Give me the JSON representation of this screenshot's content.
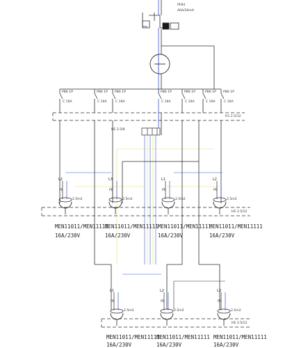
{
  "colors": {
    "line": "#2b2b2b",
    "blue": "#3a55c8",
    "yellow": "#e3d97a",
    "grey": "#9a9a9a"
  },
  "main_device": {
    "ref": "PF84",
    "rating": "40A/30mA"
  },
  "breakers": [
    {
      "id": "b1",
      "ref": "PB6",
      "pole": "1P",
      "rating": "C 16A"
    },
    {
      "id": "b2",
      "ref": "PB6",
      "pole": "1P",
      "rating": "C 16A"
    },
    {
      "id": "b3",
      "ref": "PB6",
      "pole": "1P",
      "rating": "C 16A"
    },
    {
      "id": "b4",
      "ref": "PB6",
      "pole": "1P",
      "rating": "C 16A"
    },
    {
      "id": "b5",
      "ref": "PB6",
      "pole": "1P",
      "rating": "C 16A"
    },
    {
      "id": "b6",
      "ref": "PB6",
      "pole": "1P",
      "rating": "C 16A"
    },
    {
      "id": "b7",
      "ref": "PB6",
      "pole": "1P",
      "rating": "C 16A"
    }
  ],
  "cables": {
    "tray_top": "H1 2.5/12",
    "bus": "HE 2.5/8",
    "tray_mid": "HE 2.5/12",
    "tray_bottom": "HE 2.5/12"
  },
  "sockets_top": [
    {
      "phase": "L2",
      "pe": "PE",
      "cable": "2.5m2",
      "model": "MEN11011/MEN11111",
      "rating": "16A/230V"
    },
    {
      "phase": "L3",
      "pe": "PE",
      "cable": "2.5m2",
      "model": "MEN11011/MEN11111",
      "rating": "16A/230V"
    },
    {
      "phase": "L1",
      "pe": "PE",
      "cable": "2.5m2",
      "model": "MEN11011/MEN11111",
      "rating": "16A/230V"
    },
    {
      "phase": "L2",
      "pe": "PE",
      "cable": "2.5m2",
      "model": "MEN11011/MEN11111",
      "rating": "16A/230V"
    }
  ],
  "sockets_bottom": [
    {
      "phase": "L1",
      "pe": "PE",
      "cable": "2.5m2",
      "model": "MEN11011/MEN11111",
      "rating": "16A/230V"
    },
    {
      "phase": "L2",
      "pe": "PE",
      "cable": "2.5m2",
      "model": "MEN11011/MEN11111",
      "rating": "16A/230V"
    },
    {
      "phase": "L3",
      "pe": "PE",
      "cable": "2.5m2",
      "model": "MEN11011/MEN11111",
      "rating": "16A/230V"
    }
  ]
}
